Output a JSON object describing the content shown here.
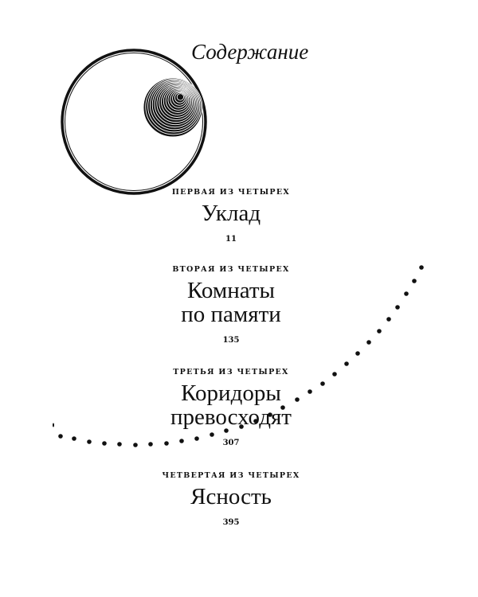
{
  "heading": "Содержание",
  "parts": [
    {
      "label": "ПЕРВАЯ ИЗ ЧЕТЫРЕХ",
      "title_lines": [
        "Уклад"
      ],
      "page": "11"
    },
    {
      "label": "ВТОРАЯ ИЗ ЧЕТЫРЕХ",
      "title_lines": [
        "Комнаты",
        "по памяти"
      ],
      "page": "135"
    },
    {
      "label": "ТРЕТЬЯ ИЗ ЧЕТЫРЕХ",
      "title_lines": [
        "Коридоры",
        "превосходят"
      ],
      "page": "307"
    },
    {
      "label": "ЧЕТВЕРТАЯ ИЗ ЧЕТЫРЕХ",
      "title_lines": [
        "Ясность"
      ],
      "page": "395"
    }
  ],
  "colors": {
    "ink": "#111111",
    "paper": "#ffffff"
  }
}
